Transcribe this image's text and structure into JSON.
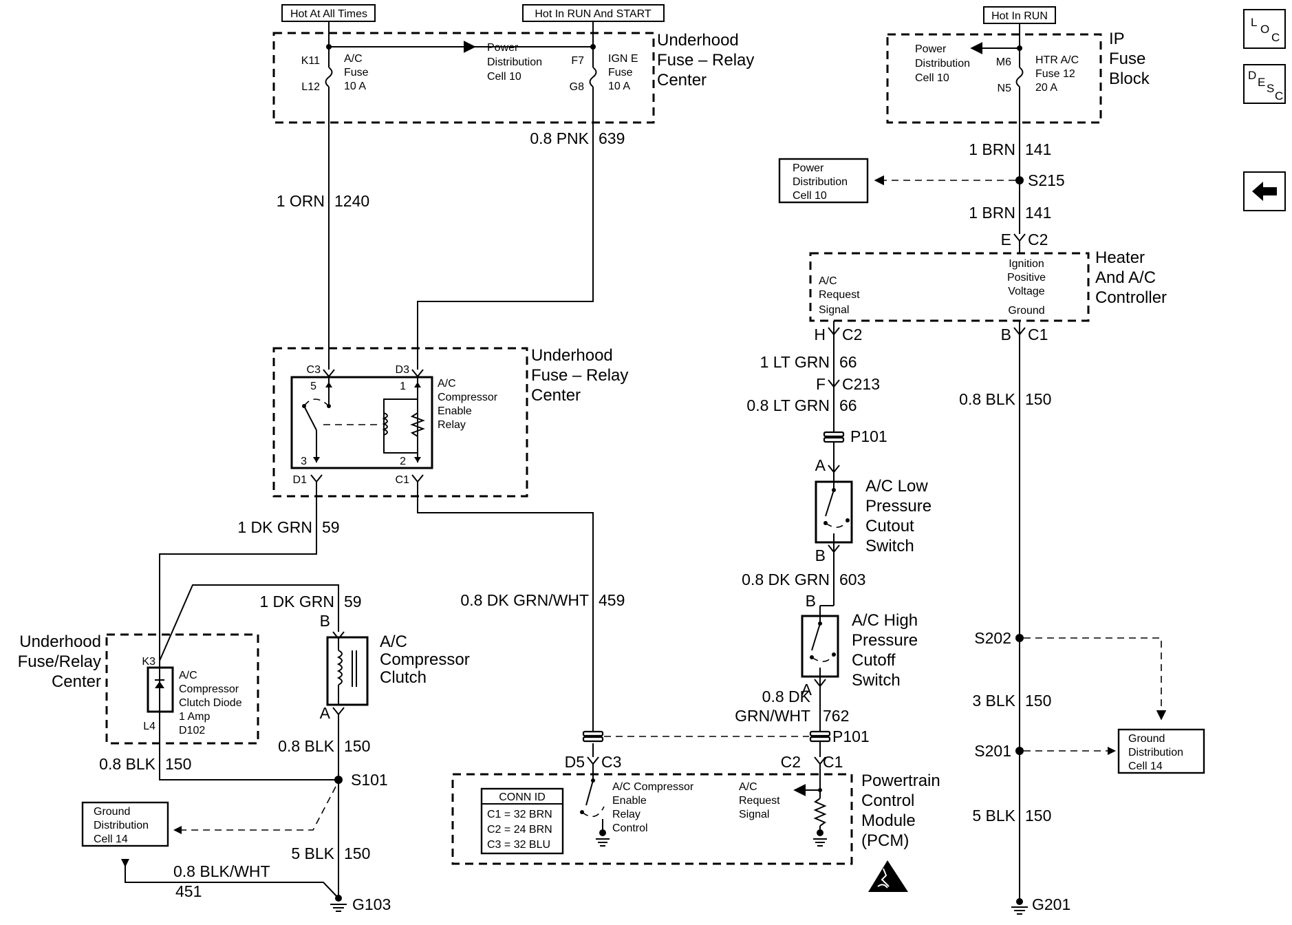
{
  "sources": {
    "hot_all_times": "Hot At All Times",
    "hot_run_start": "Hot In RUN And START",
    "hot_run": "Hot In RUN"
  },
  "underhood_fuse_top": {
    "title": [
      "Underhood",
      "Fuse – Relay",
      "Center"
    ],
    "ac_fuse": {
      "pin_in": "K11",
      "pin_out": "L12",
      "label": [
        "A/C",
        "Fuse",
        "10 A"
      ]
    },
    "ign_fuse": {
      "pin_in": "F7",
      "pin_out": "G8",
      "label": [
        "IGN E",
        "Fuse",
        "10 A"
      ]
    },
    "power_dist": [
      "Power",
      "Distribution",
      "Cell 10"
    ]
  },
  "ip_fuse_block": {
    "title": [
      "IP",
      "Fuse",
      "Block"
    ],
    "fuse": {
      "pin_in": "M6",
      "pin_out": "N5",
      "label": [
        "HTR A/C",
        "Fuse 12",
        "20 A"
      ]
    },
    "power_dist": [
      "Power",
      "Distribution",
      "Cell 10"
    ]
  },
  "nav_buttons": {
    "loc": [
      "L",
      "O",
      "C"
    ],
    "desc": [
      "D",
      "E",
      "S",
      "C"
    ]
  },
  "wires": {
    "w639": {
      "gauge": "0.8 PNK",
      "circuit": "639"
    },
    "w1240": {
      "gauge": "1 ORN",
      "circuit": "1240"
    },
    "w141a": {
      "gauge": "1 BRN",
      "circuit": "141"
    },
    "w141b": {
      "gauge": "1 BRN",
      "circuit": "141"
    },
    "w66a": {
      "gauge": "1 LT GRN",
      "circuit": "66"
    },
    "w66b": {
      "gauge": "0.8 LT GRN",
      "circuit": "66"
    },
    "w150hvac": {
      "gauge": "0.8 BLK",
      "circuit": "150"
    },
    "w59a": {
      "gauge": "1 DK GRN",
      "circuit": "59"
    },
    "w59b": {
      "gauge": "1 DK GRN",
      "circuit": "59"
    },
    "w459": {
      "gauge": "0.8 DK GRN/WHT",
      "circuit": "459"
    },
    "w603": {
      "gauge": "0.8 DK GRN",
      "circuit": "603"
    },
    "w762": {
      "gauge": [
        "0.8 DK",
        "GRN/WHT"
      ],
      "circuit": "762"
    },
    "w150clutch": {
      "gauge": "0.8 BLK",
      "circuit": "150"
    },
    "w150diode": {
      "gauge": "0.8 BLK",
      "circuit": "150"
    },
    "w150g103": {
      "gauge": "5 BLK",
      "circuit": "150"
    },
    "w451": {
      "gauge": "0.8 BLK/WHT",
      "circuit": "451"
    },
    "w150s202": {
      "gauge": "3 BLK",
      "circuit": "150"
    },
    "w150g201": {
      "gauge": "5 BLK",
      "circuit": "150"
    }
  },
  "splices": {
    "s215": "S215",
    "s202": "S202",
    "s201": "S201",
    "s101": "S101"
  },
  "grounds": {
    "g103": "G103",
    "g201": "G201"
  },
  "power_dist_s215": [
    "Power",
    "Distribution",
    "Cell 10"
  ],
  "ground_dist_right": [
    "Ground",
    "Distribution",
    "Cell 14"
  ],
  "ground_dist_left": [
    "Ground",
    "Distribution",
    "Cell 14"
  ],
  "hvac": {
    "title": [
      "Heater",
      "And A/C",
      "Controller"
    ],
    "ign_label": [
      "Ignition",
      "Positive",
      "Voltage"
    ],
    "ground_label": "Ground",
    "req_label": [
      "A/C",
      "Request",
      "Signal"
    ],
    "conn_top": {
      "pin": "E",
      "conn": "C2"
    },
    "conn_req": {
      "pin": "H",
      "conn": "C2"
    },
    "conn_gnd": {
      "pin": "B",
      "conn": "C1"
    }
  },
  "connectors": {
    "c213": {
      "pin": "F",
      "conn": "C213"
    },
    "p101a": "P101",
    "p101b": "P101"
  },
  "low_switch": {
    "title": [
      "A/C Low",
      "Pressure",
      "Cutout",
      "Switch"
    ],
    "pin_top": "A",
    "pin_bot": "B"
  },
  "high_switch": {
    "title": [
      "A/C High",
      "Pressure",
      "Cutoff",
      "Switch"
    ],
    "pin_top": "B",
    "pin_bot": "A"
  },
  "relay_center": {
    "title": [
      "Underhood",
      "Fuse – Relay",
      "Center"
    ],
    "pins": {
      "c3": "C3",
      "d3": "D3",
      "d1": "D1",
      "c1": "C1"
    },
    "terminals": {
      "t5": "5",
      "t1": "1",
      "t3": "3",
      "t2": "2"
    },
    "relay_label": [
      "A/C",
      "Compressor",
      "Enable",
      "Relay"
    ]
  },
  "clutch": {
    "title": [
      "A/C",
      "Compressor",
      "Clutch"
    ],
    "pin_top": "B",
    "pin_bot": "A"
  },
  "diode_center": {
    "title": [
      "Underhood",
      "Fuse/Relay",
      "Center"
    ],
    "pin_top": "K3",
    "pin_bot": "L4",
    "label": [
      "A/C",
      "Compressor",
      "Clutch Diode",
      "1 Amp",
      "D102"
    ]
  },
  "pcm": {
    "title": [
      "Powertrain",
      "Control",
      "Module",
      "(PCM)"
    ],
    "conn_left": {
      "pin": "D5",
      "conn": "C3"
    },
    "conn_right": {
      "pin": "C2",
      "conn": "C1"
    },
    "relay_ctrl_label": [
      "A/C Compressor",
      "Enable",
      "Relay",
      "Control"
    ],
    "req_label": [
      "A/C",
      "Request",
      "Signal"
    ],
    "conn_id": {
      "header": "CONN ID",
      "rows": [
        "C1 = 32 BRN",
        "C2 = 24 BRN",
        "C3 = 32 BLU"
      ]
    }
  }
}
